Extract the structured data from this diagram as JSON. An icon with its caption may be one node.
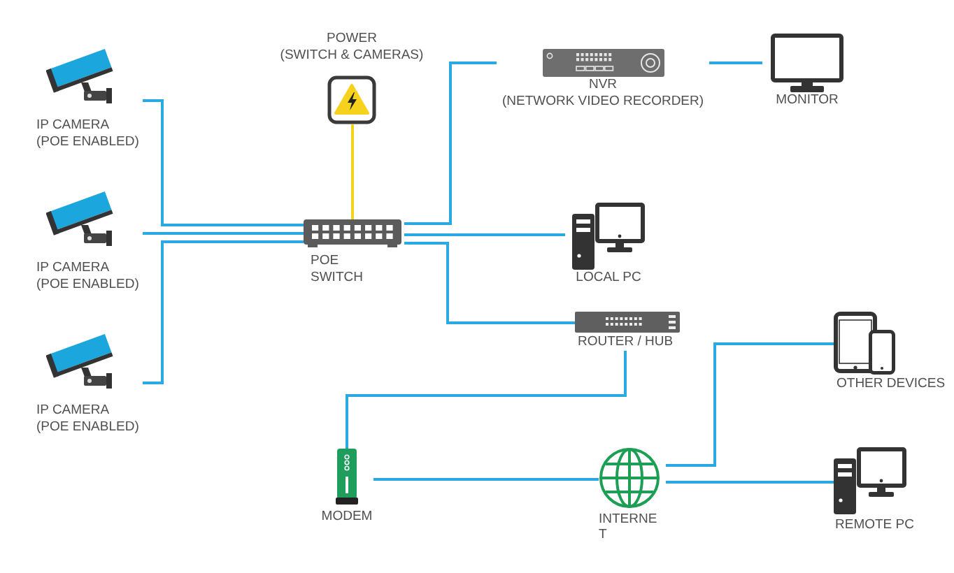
{
  "diagram": {
    "nodes": [
      {
        "text": [
          "POWER",
          "(SWITCH & CAMERAS)"
        ]
      },
      {
        "text": [
          "NVR",
          "(NETWORK VIDEO RECORDER)"
        ]
      },
      {
        "text": [
          "MONITOR"
        ]
      },
      {
        "text": [
          "IP CAMERA",
          "(POE ENABLED)"
        ]
      },
      {
        "text": [
          "IP CAMERA",
          "(POE ENABLED)"
        ]
      },
      {
        "text": [
          "POE SWITCH"
        ]
      },
      {
        "text": [
          "LOCAL PC"
        ]
      },
      {
        "text": [
          "ROUTER / HUB"
        ]
      },
      {
        "text": [
          "IP CAMERA",
          "(POE ENABLED)"
        ]
      },
      {
        "text": [
          "OTHER DEVICES"
        ]
      },
      {
        "text": [
          "MODEM"
        ]
      },
      {
        "text": [
          "INTERNET"
        ]
      },
      {
        "text": [
          "REMOTE PC"
        ]
      }
    ],
    "edges": [
      {
        "from": 3,
        "to": 5,
        "arrow": "none"
      },
      {
        "from": 4,
        "to": 5,
        "arrow": "none"
      },
      {
        "from": 8,
        "to": 5,
        "arrow": "none"
      },
      {
        "from": 0,
        "to": 5,
        "arrow": "none",
        "color": "#f2d21b"
      },
      {
        "from": 5,
        "to": 1,
        "arrow": "none"
      },
      {
        "from": 1,
        "to": 2,
        "arrow": "none"
      },
      {
        "from": 5,
        "to": 6,
        "arrow": "none"
      },
      {
        "from": 5,
        "to": 7,
        "arrow": "none"
      },
      {
        "from": 7,
        "to": 10,
        "arrow": "none"
      },
      {
        "from": 10,
        "to": 11,
        "arrow": "none"
      },
      {
        "from": 11,
        "to": 9,
        "arrow": "none"
      },
      {
        "from": 11,
        "to": 12,
        "arrow": "none"
      }
    ]
  }
}
